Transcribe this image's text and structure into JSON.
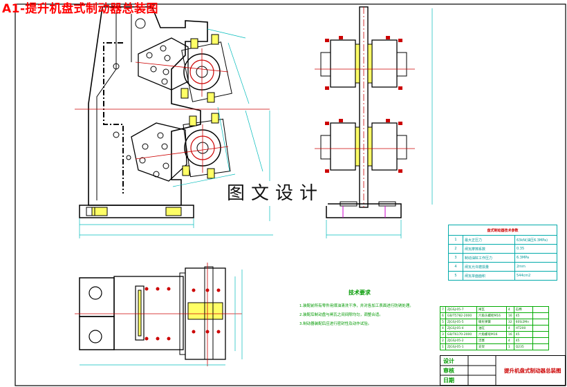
{
  "title": "A1-提升机盘式制动器总装图",
  "watermark": "图文设计",
  "technical_requirements": {
    "heading": "技术要求",
    "items": [
      "1.装配前所有零件用煤油清洗干净，并对各加工表面进行防锈处理。",
      "2.装配后制动盘与闸瓦之间间隙均匀，调整合适。",
      "3.制动器装配后应进行密封性及动作试验。"
    ]
  },
  "parameter_table": {
    "heading": "盘式制动器技术参数",
    "rows": [
      {
        "no": "1",
        "name": "最大正压力",
        "value": "63kN(油压6.3MPa)"
      },
      {
        "no": "2",
        "name": "闸瓦摩擦系数",
        "value": "0.35"
      },
      {
        "no": "3",
        "name": "制动油缸工作压力",
        "value": "6.3MPa"
      },
      {
        "no": "4",
        "name": "闸瓦允许磨损量",
        "value": "2mm"
      },
      {
        "no": "5",
        "name": "闸瓦单面面积",
        "value": "544cm2"
      }
    ]
  },
  "parts_list": {
    "rows": [
      {
        "no": "7",
        "code": "ZJGSJ-05-7",
        "name": "闸瓦",
        "qty": "4",
        "material": "石棉"
      },
      {
        "no": "6",
        "code": "GB/T5782-2000",
        "name": "六角头螺栓M16",
        "qty": "16",
        "material": "45"
      },
      {
        "no": "5",
        "code": "ZJGSJ-05-5",
        "name": "碟形弹簧",
        "qty": "32",
        "material": "60Si2Mn"
      },
      {
        "no": "4",
        "code": "ZJGSJ-05-4",
        "name": "油缸",
        "qty": "4",
        "material": "HT200"
      },
      {
        "no": "3",
        "code": "GB/T6170-2000",
        "name": "六角螺母M16",
        "qty": "16",
        "material": "45"
      },
      {
        "no": "2",
        "code": "ZJGSJ-05-2",
        "name": "活塞",
        "qty": "4",
        "material": "45"
      },
      {
        "no": "1",
        "code": "ZJGSJ-05-1",
        "name": "支架",
        "qty": "1",
        "material": "Q235"
      }
    ]
  },
  "title_block": {
    "design_label": "设计",
    "review_label": "审核",
    "date_label": "日期",
    "drawing_name": "提升机盘式制动器总装图"
  }
}
